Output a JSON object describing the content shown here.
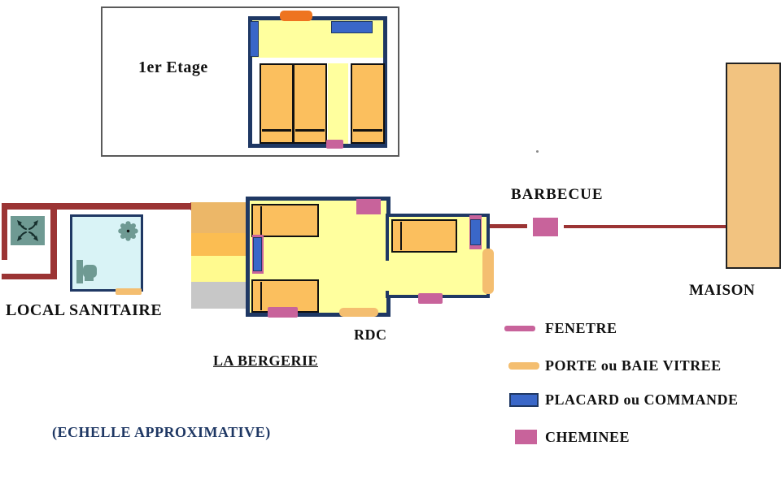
{
  "labels": {
    "etage": "1er Etage",
    "local_sanitaire": "LOCAL SANITAIRE",
    "la_bergerie": "LA BERGERIE",
    "rdc": "RDC",
    "barbecue": "BARBECUE",
    "maison": "MAISON",
    "echelle": "(ECHELLE APPROXIMATIVE)"
  },
  "legend": {
    "items": [
      {
        "label": "FENETRE",
        "swatch": "fenetre-window-swatch",
        "color": "#C8639B"
      },
      {
        "label": "PORTE ou BAIE VITREE",
        "swatch": "porte-door-swatch",
        "color": "#F4BE70"
      },
      {
        "label": "PLACARD ou COMMANDE",
        "swatch": "placard-closet-swatch",
        "color": "#3A67C8"
      },
      {
        "label": "CHEMINEE",
        "swatch": "cheminee-chimney-swatch",
        "color": "#C8639B"
      }
    ]
  },
  "icons": {
    "arrows": "crossed-arrows-icon",
    "shower": "shower-icon",
    "toilet": "toilet-icon"
  },
  "colors": {
    "navy": "#1F3864",
    "maroon": "#9B3434",
    "roomYellow": "#FFFF9E",
    "bedOrange": "#FBBF5E",
    "vividOrange": "#EE7420",
    "porteOrange": "#F4BE70",
    "pink": "#C8639B",
    "blue": "#3A67C8",
    "cyan": "#D9F3F6",
    "teal": "#6F9A93",
    "tan": "#F2C380",
    "grayBand": "#C7C7C7",
    "tanBand": "#ECB768",
    "orangeBand": "#FBBD52",
    "yellowBand": "#FFFA8F",
    "textNavy": "#1F3864",
    "boxBorder": "#5A5A5A"
  }
}
